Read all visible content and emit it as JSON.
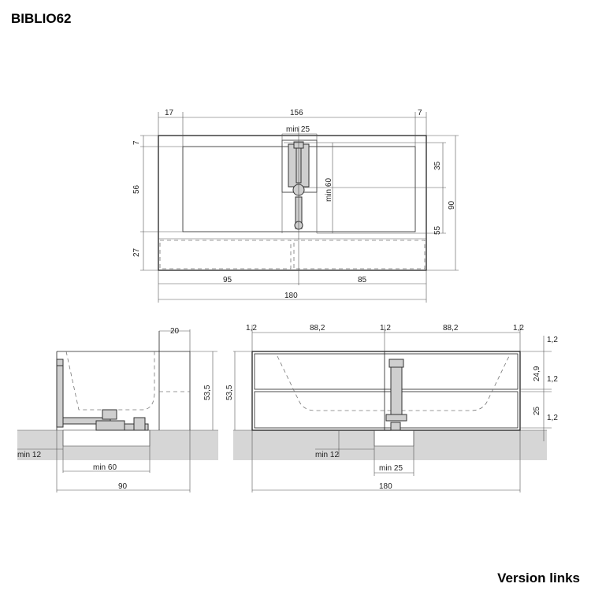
{
  "title": "BIBLIO62",
  "footer_link": "Version links",
  "top_view": {
    "dims_top": [
      "17",
      "156",
      "7"
    ],
    "min_25": "min 25",
    "min_60": "min 60",
    "dims_left": [
      "7",
      "56",
      "27"
    ],
    "dims_right_inner": [
      "35",
      "55"
    ],
    "dim_right_total": "90",
    "dims_bottom": [
      "95",
      "85"
    ],
    "dim_total": "180"
  },
  "side_view": {
    "dim_20": "20",
    "dim_53_5": "53,5",
    "min_12": "min 12",
    "min_60": "min  60",
    "dim_90": "90"
  },
  "front_view": {
    "dims_top": [
      "1,2",
      "88,2",
      "1,2",
      "88,2",
      "1,2"
    ],
    "dim_53_5": "53,5",
    "dims_right": [
      "1,2",
      "24,9",
      "1,2",
      "25",
      "1,2"
    ],
    "min_12": "min 12",
    "min_25": "min  25",
    "dim_180": "180"
  }
}
